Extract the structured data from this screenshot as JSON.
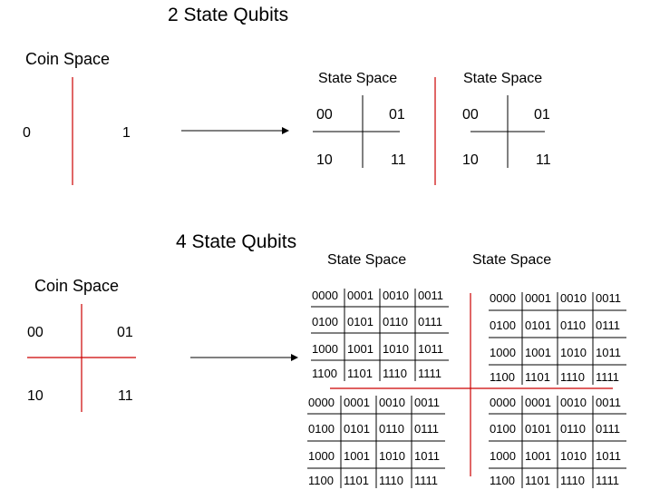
{
  "top": {
    "title": "2 State Qubits",
    "coin_label": "Coin Space",
    "coin_values": [
      "0",
      "1"
    ],
    "state_label": "State Space",
    "state_cells": [
      "00",
      "01",
      "10",
      "11"
    ]
  },
  "bottom": {
    "title": "4 State Qubits",
    "coin_label": "Coin Space",
    "coin_cells": [
      "00",
      "01",
      "10",
      "11"
    ],
    "state_label": "State Space",
    "state_cells": [
      "0000",
      "0001",
      "0010",
      "0011",
      "0100",
      "0101",
      "0110",
      "0111",
      "1000",
      "1001",
      "1010",
      "1011",
      "1100",
      "1101",
      "1110",
      "1111"
    ]
  },
  "colors": {
    "divider": "#cc0000",
    "line": "#000000"
  }
}
